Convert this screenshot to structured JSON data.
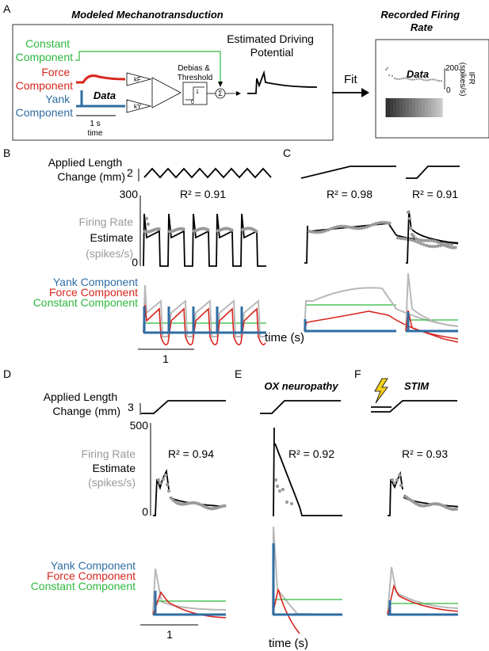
{
  "panels": {
    "A": "A",
    "B": "B",
    "C": "C",
    "D": "D",
    "E": "E",
    "F": "F"
  },
  "panel_a": {
    "title": "Modeled Mechanotransduction",
    "constant_label": [
      "Constant",
      "Component"
    ],
    "force_label": [
      "Force",
      "Component"
    ],
    "yank_label": [
      "Yank",
      "Component"
    ],
    "data_label": "Data",
    "gain_force": "kF",
    "gain_yank": "kY",
    "debias_label": [
      "Debias &",
      "Threshold"
    ],
    "sum_symbol": "Σ",
    "threshold_zero": "0",
    "threshold_one": "1",
    "scale_label": "1 s",
    "time_label": "time",
    "driving_label": [
      "Estimated Driving",
      "Potential"
    ],
    "fit_label": "Fit",
    "recorded_title": [
      "Recorded Firing",
      "Rate"
    ],
    "recorded_data": "Data",
    "ifr_ticks": [
      "200",
      "0"
    ],
    "ifr_label": [
      "IFR",
      "(spikes/s)"
    ]
  },
  "labels": {
    "applied": [
      "Applied Length",
      "Change (mm)"
    ],
    "firing_rate": "Firing Rate",
    "estimate": "Estimate",
    "units": "(spikes/s)",
    "yank": "Yank Component",
    "force": "Force Component",
    "constant": "Constant Component",
    "time_s": "time (s)"
  },
  "panel_b": {
    "length_tick": "2",
    "y_max": "300",
    "y_min": "0",
    "r2": "R² = 0.91",
    "scale": "1"
  },
  "panel_c": {
    "r2_ramp": "R² = 0.98",
    "r2_step": "R² = 0.91"
  },
  "panel_d": {
    "length_tick": "3",
    "y_max": "500",
    "y_min": "0",
    "r2": "R² = 0.94",
    "scale": "1"
  },
  "panel_e": {
    "title": "OX neuropathy",
    "r2": "R² = 0.92"
  },
  "panel_f": {
    "title": "STIM",
    "r2": "R² = 0.93"
  },
  "colors": {
    "yank": "#2f6da3",
    "force": "#d7261e",
    "constant": "#2db83d",
    "data": "#9a9a9a",
    "estimate": "#000000",
    "bolt": "#f5d21e"
  }
}
